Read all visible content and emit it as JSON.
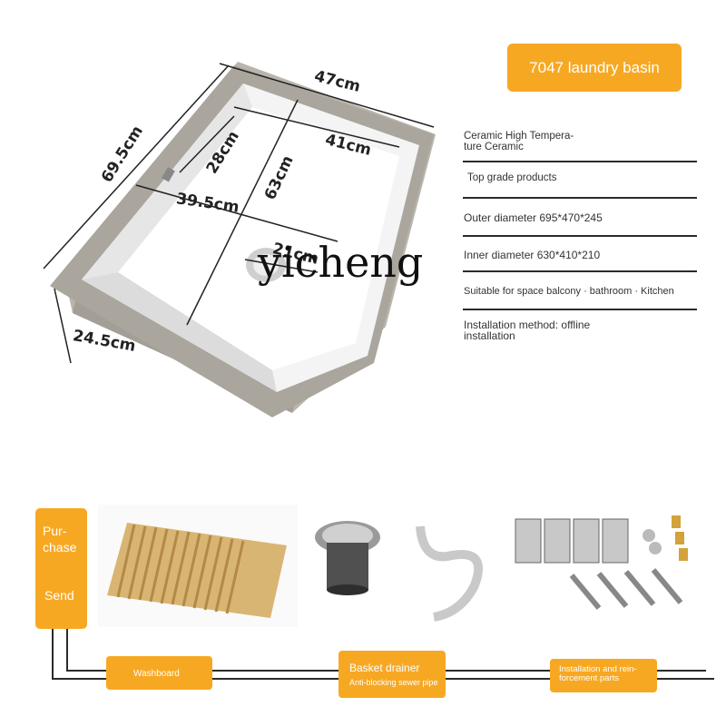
{
  "title_badge": "7047 laundry basin",
  "dimensions": {
    "width_outer": "47cm",
    "length_outer": "69.5cm",
    "width_inner": "41cm",
    "depth_inner": "28cm",
    "length_inner": "63cm",
    "inner_mid": "39.5cm",
    "drain": "21cm",
    "height": "24.5cm"
  },
  "watermark": "yicheng",
  "specs": [
    {
      "text": "Ceramic High Tempera-ture Ceramic"
    },
    {
      "text": "Top grade products"
    },
    {
      "text": "Outer diameter 695*470*245"
    },
    {
      "text": "Inner diameter 630*410*210"
    },
    {
      "text": "Suitable for space balcony · bathroom · Kitchen"
    },
    {
      "text": "Installation method: offline installation"
    }
  ],
  "purchase": {
    "line1": "Pur-chase",
    "line2": "Send"
  },
  "accessories": {
    "washboard": "Washboard",
    "basket_title": "Basket drainer",
    "basket_sub": "Anti-blocking sewer pipe",
    "install": "Installation and rein-forcement parts"
  },
  "colors": {
    "accent": "#f7a823",
    "sink_rim": "#aaa69e",
    "sink_inner": "#ffffff"
  }
}
